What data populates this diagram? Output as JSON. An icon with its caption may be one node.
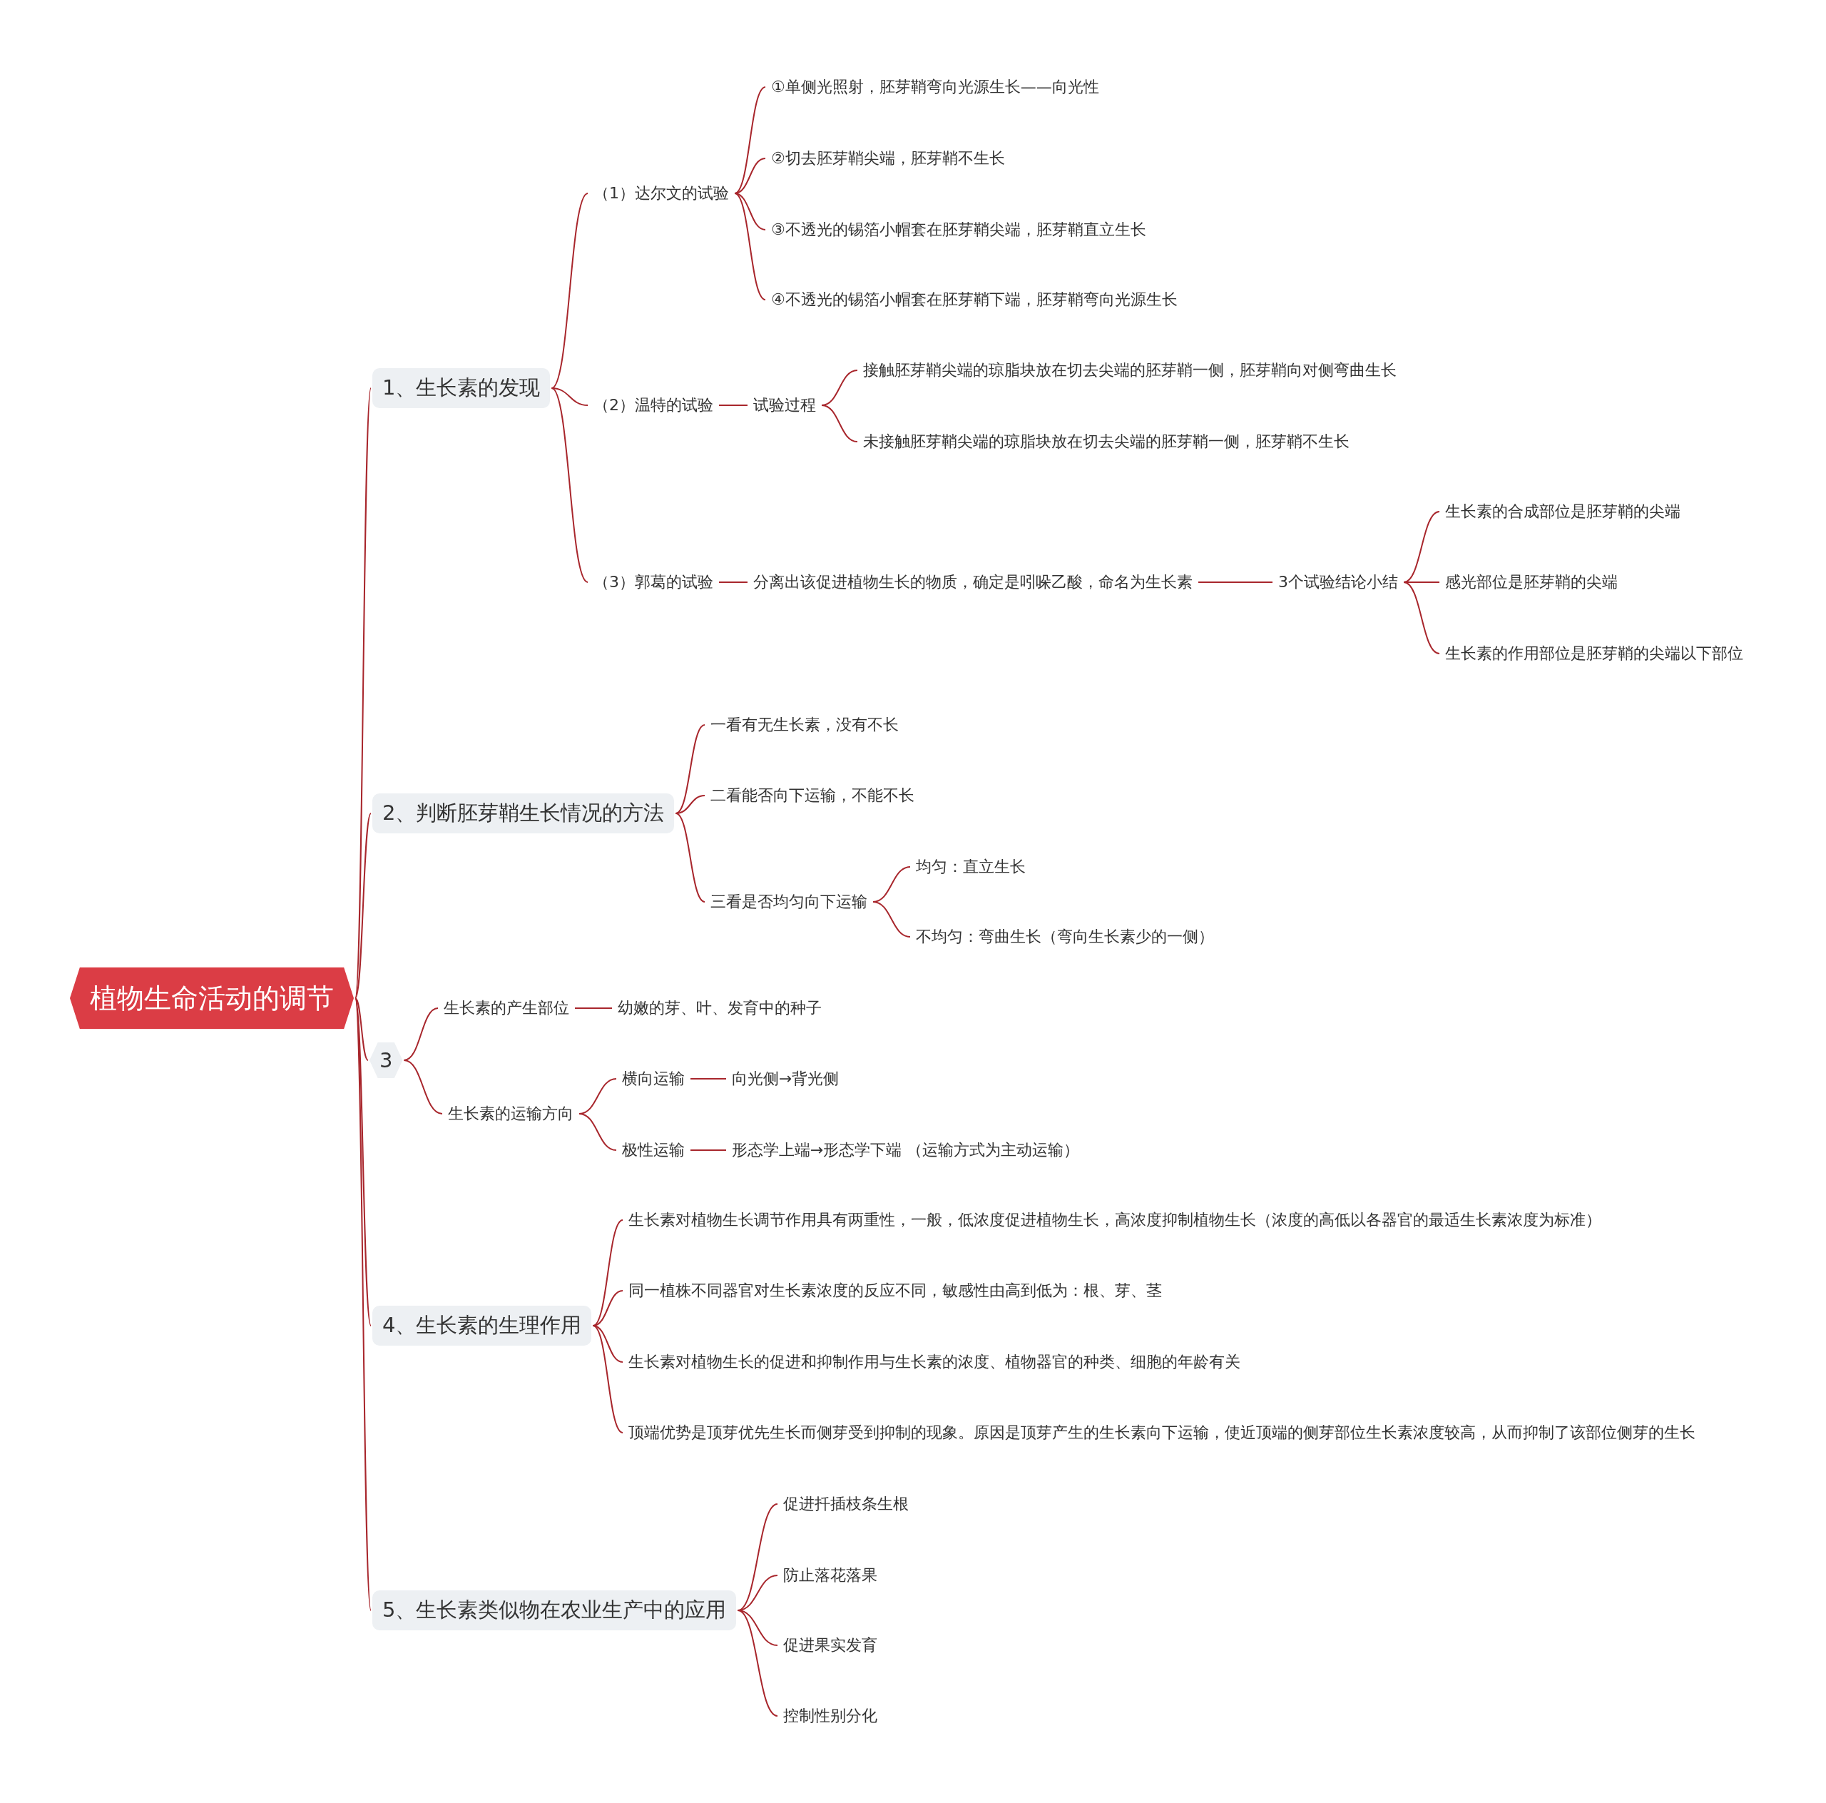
{
  "diagram": {
    "nodes": [
      {
        "text": [
          "植物生命活动的调节"
        ]
      },
      {
        "text": [
          "1、生长素的发现"
        ]
      },
      {
        "text": [
          "（1）达尔文的试验"
        ]
      },
      {
        "text": [
          "①单侧光照射，胚芽鞘弯向光源生长——向光性"
        ]
      },
      {
        "text": [
          "②切去胚芽鞘尖端，胚芽鞘不生长"
        ]
      },
      {
        "text": [
          "③不透光的锡箔小帽套在胚芽鞘尖端，胚芽鞘直立生长"
        ]
      },
      {
        "text": [
          "④不透光的锡箔小帽套在胚芽鞘下端，胚芽鞘弯向光源生长"
        ]
      },
      {
        "text": [
          "（2）温特的试验"
        ]
      },
      {
        "text": [
          "试验过程"
        ]
      },
      {
        "text": [
          "接触胚芽鞘尖端的琼脂块放在切去尖端的胚芽鞘一侧，胚芽鞘向对侧弯曲生长"
        ]
      },
      {
        "text": [
          "未接触胚芽鞘尖端的琼脂块放在切去尖端的胚芽鞘一侧，胚芽鞘不生长"
        ]
      },
      {
        "text": [
          "（3）郭葛的试验"
        ]
      },
      {
        "text": [
          "分离出该促进植物生长的物质，确定是吲哚乙酸，命名为生长素"
        ]
      },
      {
        "text": [
          "3个试验结论小结"
        ]
      },
      {
        "text": [
          "生长素的合成部位是胚芽鞘的尖端"
        ]
      },
      {
        "text": [
          "感光部位是胚芽鞘的尖端"
        ]
      },
      {
        "text": [
          "生长素的作用部位是胚芽鞘的尖端以下部位"
        ]
      },
      {
        "text": [
          "2、判断胚芽鞘生长情况的方法"
        ]
      },
      {
        "text": [
          "一看有无生长素，没有不长"
        ]
      },
      {
        "text": [
          "二看能否向下运输，不能不长"
        ]
      },
      {
        "text": [
          "三看是否均匀向下运输"
        ]
      },
      {
        "text": [
          "均匀：直立生长"
        ]
      },
      {
        "text": [
          "不均匀：弯曲生长（弯向生长素少的一侧）"
        ]
      },
      {
        "text": [
          "3"
        ]
      },
      {
        "text": [
          "生长素的产生部位"
        ]
      },
      {
        "text": [
          "幼嫩的芽、叶、发育中的种子"
        ]
      },
      {
        "text": [
          "生长素的运输方向"
        ]
      },
      {
        "text": [
          "横向运输"
        ]
      },
      {
        "text": [
          "向光侧→背光侧"
        ]
      },
      {
        "text": [
          "极性运输"
        ]
      },
      {
        "text": [
          "形态学上端→形态学下端 （运输方式为主动运输）"
        ]
      },
      {
        "text": [
          "4、生长素的生理作用"
        ]
      },
      {
        "text": [
          "生长素对植物生长调节作用具有两重性，一般，低浓度促进植物生长，高浓度抑制植物生长（浓度的高低以各器官的最适生长素浓度为标准）"
        ]
      },
      {
        "text": [
          "同一植株不同器官对生长素浓度的反应不同，敏感性由高到低为：根、芽、茎"
        ]
      },
      {
        "text": [
          "生长素对植物生长的促进和抑制作用与生长素的浓度、植物器官的种类、细胞的年龄有关"
        ]
      },
      {
        "text": [
          "顶端优势是顶芽优先生长而侧芽受到抑制的现象。原因是顶芽产生的生长素向下运输，使近顶端的侧芽部位生长素浓度较高，从而抑制了该部位侧芽的生长"
        ]
      },
      {
        "text": [
          "5、生长素类似物在农业生产中的应用"
        ]
      },
      {
        "text": [
          "促进扦插枝条生根"
        ]
      },
      {
        "text": [
          "防止落花落果"
        ]
      },
      {
        "text": [
          "促进果实发育"
        ]
      },
      {
        "text": [
          "控制性别分化"
        ]
      }
    ],
    "edges": [
      {
        "from": 0,
        "to": 1,
        "arrow": "none"
      },
      {
        "from": 1,
        "to": 2,
        "arrow": "none"
      },
      {
        "from": 2,
        "to": 3,
        "arrow": "none"
      },
      {
        "from": 2,
        "to": 4,
        "arrow": "none"
      },
      {
        "from": 2,
        "to": 5,
        "arrow": "none"
      },
      {
        "from": 2,
        "to": 6,
        "arrow": "none"
      },
      {
        "from": 1,
        "to": 7,
        "arrow": "none"
      },
      {
        "from": 7,
        "to": 8,
        "arrow": "none"
      },
      {
        "from": 8,
        "to": 9,
        "arrow": "none"
      },
      {
        "from": 8,
        "to": 10,
        "arrow": "none"
      },
      {
        "from": 1,
        "to": 11,
        "arrow": "none"
      },
      {
        "from": 11,
        "to": 12,
        "arrow": "none"
      },
      {
        "from": 12,
        "to": 13,
        "arrow": "none"
      },
      {
        "from": 13,
        "to": 14,
        "arrow": "none"
      },
      {
        "from": 13,
        "to": 15,
        "arrow": "none"
      },
      {
        "from": 13,
        "to": 16,
        "arrow": "none"
      },
      {
        "from": 0,
        "to": 17,
        "arrow": "none"
      },
      {
        "from": 17,
        "to": 18,
        "arrow": "none"
      },
      {
        "from": 17,
        "to": 19,
        "arrow": "none"
      },
      {
        "from": 17,
        "to": 20,
        "arrow": "none"
      },
      {
        "from": 20,
        "to": 21,
        "arrow": "none"
      },
      {
        "from": 20,
        "to": 22,
        "arrow": "none"
      },
      {
        "from": 0,
        "to": 23,
        "arrow": "none"
      },
      {
        "from": 23,
        "to": 24,
        "arrow": "none"
      },
      {
        "from": 24,
        "to": 25,
        "arrow": "none"
      },
      {
        "from": 23,
        "to": 26,
        "arrow": "none"
      },
      {
        "from": 26,
        "to": 27,
        "arrow": "none"
      },
      {
        "from": 27,
        "to": 28,
        "arrow": "none"
      },
      {
        "from": 26,
        "to": 29,
        "arrow": "none"
      },
      {
        "from": 29,
        "to": 30,
        "arrow": "none"
      },
      {
        "from": 0,
        "to": 31,
        "arrow": "none"
      },
      {
        "from": 31,
        "to": 32,
        "arrow": "none"
      },
      {
        "from": 31,
        "to": 33,
        "arrow": "none"
      },
      {
        "from": 31,
        "to": 34,
        "arrow": "none"
      },
      {
        "from": 31,
        "to": 35,
        "arrow": "none"
      },
      {
        "from": 0,
        "to": 36,
        "arrow": "none"
      },
      {
        "from": 36,
        "to": 37,
        "arrow": "none"
      },
      {
        "from": 36,
        "to": 38,
        "arrow": "none"
      },
      {
        "from": 36,
        "to": 39,
        "arrow": "none"
      },
      {
        "from": 36,
        "to": 40,
        "arrow": "none"
      }
    ]
  }
}
